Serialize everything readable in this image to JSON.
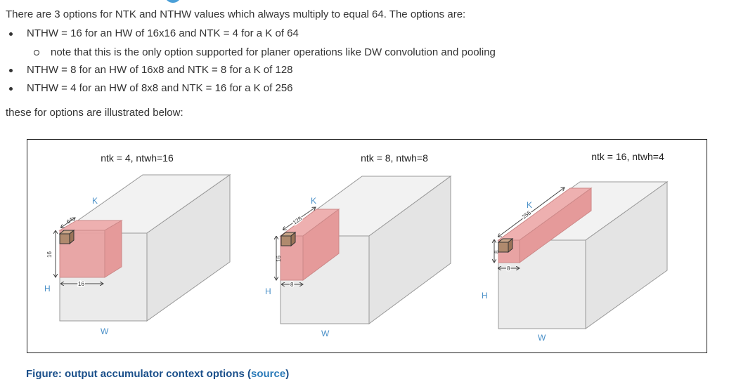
{
  "intro": "There are 3 options for NTK and NTHW values which always multiply to equal 64. The options are:",
  "bullets": [
    "NTHW = 16 for an HW of 16x16 and NTK = 4 for a K of 64",
    "note that this is the only option supported for planer operations like DW convolution and pooling",
    "NTHW = 8 for an HW of 16x8 and NTK = 8 for a K of 128",
    "NTHW = 4 for an HW of 8x8 and NTK = 16 for a K of 256"
  ],
  "outro": "these for options are illustrated below:",
  "figure": {
    "panels": [
      {
        "title": "ntk = 4, ntwh=16",
        "k_label": "K",
        "h_label": "H",
        "w_label": "W",
        "k_dim": "64",
        "h_dim": "16",
        "w_dim": "16"
      },
      {
        "title": "ntk = 8, ntwh=8",
        "k_label": "K",
        "h_label": "H",
        "w_label": "W",
        "k_dim": "128",
        "h_dim": "16",
        "w_dim": "8"
      },
      {
        "title": "ntk = 16, ntwh=4",
        "k_label": "K",
        "h_label": "H",
        "w_label": "W",
        "k_dim": "256",
        "h_dim": "8",
        "w_dim": "8"
      }
    ],
    "colors": {
      "block": "#e8a3a3",
      "cube": "#ededed",
      "tile": "#b08a6e",
      "dim_label": "#4a90c8"
    }
  },
  "caption": {
    "prefix": "Figure: output accumulator context options (",
    "link": "source",
    "suffix": ")"
  }
}
